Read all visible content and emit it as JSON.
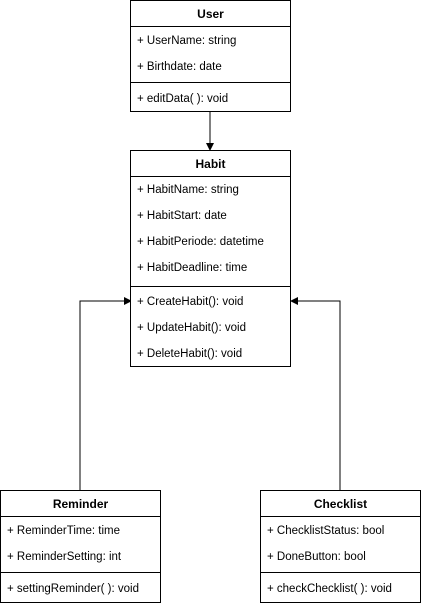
{
  "classes": {
    "user": {
      "name": "User",
      "attributes": [
        "+ UserName: string",
        "+ Birthdate: date"
      ],
      "methods": [
        "+ editData( ): void"
      ]
    },
    "habit": {
      "name": "Habit",
      "attributes": [
        "+ HabitName: string",
        "+ HabitStart: date",
        "+ HabitPeriode: datetime",
        "+ HabitDeadline: time"
      ],
      "methods": [
        "+ CreateHabit(): void",
        "+ UpdateHabit(): void",
        "+ DeleteHabit(): void"
      ]
    },
    "reminder": {
      "name": "Reminder",
      "attributes": [
        "+ ReminderTime: time",
        "+ ReminderSetting: int"
      ],
      "methods": [
        "+ settingReminder( ): void"
      ]
    },
    "checklist": {
      "name": "Checklist",
      "attributes": [
        "+ ChecklistStatus: bool",
        "+ DoneButton: bool"
      ],
      "methods": [
        "+ checkChecklist( ): void"
      ]
    }
  },
  "relations": [
    {
      "from": "User",
      "to": "Habit",
      "type": "association"
    },
    {
      "from": "Reminder",
      "to": "Habit",
      "type": "association"
    },
    {
      "from": "Checklist",
      "to": "Habit",
      "type": "association"
    }
  ],
  "colors": {
    "stroke": "#000000",
    "fill": "#ffffff"
  }
}
